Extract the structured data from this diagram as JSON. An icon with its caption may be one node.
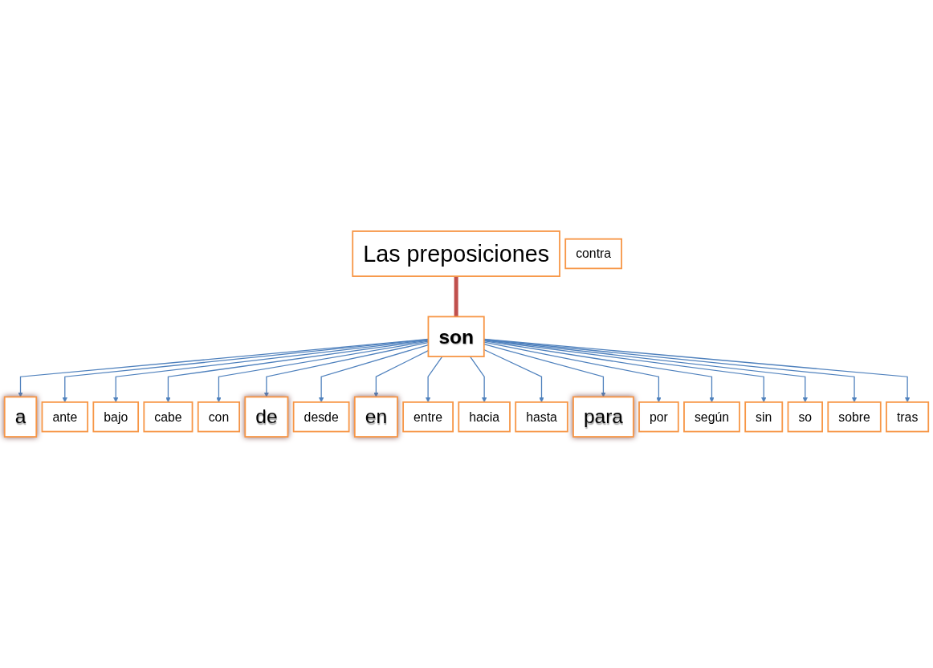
{
  "diagram": {
    "nodes": [
      {
        "text": [
          "Las preposiciones"
        ]
      },
      {
        "text": [
          "tras"
        ]
      },
      {
        "text": [
          "a"
        ]
      },
      {
        "text": [
          "sobre"
        ]
      },
      {
        "text": [
          "ante"
        ]
      },
      {
        "text": [
          "so"
        ]
      },
      {
        "text": [
          "bajo"
        ]
      },
      {
        "text": [
          "son"
        ]
      },
      {
        "text": [
          "sin"
        ]
      },
      {
        "text": [
          "cabe"
        ]
      },
      {
        "text": [
          "según"
        ]
      },
      {
        "text": [
          "con"
        ]
      },
      {
        "text": [
          "por"
        ]
      },
      {
        "text": [
          "de"
        ]
      },
      {
        "text": [
          "contra"
        ]
      },
      {
        "text": [
          "para"
        ]
      },
      {
        "text": [
          "en"
        ]
      },
      {
        "text": [
          "hasta"
        ]
      },
      {
        "text": [
          "desde"
        ]
      },
      {
        "text": [
          "entre"
        ]
      },
      {
        "text": [
          "hacia"
        ]
      }
    ],
    "edges": [
      {
        "from": 0,
        "to": 7,
        "arrow": "none",
        "style": "thick",
        "color": "#c0504d"
      },
      {
        "from": 7,
        "to": 2,
        "arrow": "to"
      },
      {
        "from": 7,
        "to": 4,
        "arrow": "to"
      },
      {
        "from": 7,
        "to": 6,
        "arrow": "to"
      },
      {
        "from": 7,
        "to": 9,
        "arrow": "to"
      },
      {
        "from": 7,
        "to": 11,
        "arrow": "to"
      },
      {
        "from": 7,
        "to": 13,
        "arrow": "to"
      },
      {
        "from": 7,
        "to": 18,
        "arrow": "to"
      },
      {
        "from": 7,
        "to": 16,
        "arrow": "to"
      },
      {
        "from": 7,
        "to": 19,
        "arrow": "to"
      },
      {
        "from": 7,
        "to": 20,
        "arrow": "to"
      },
      {
        "from": 7,
        "to": 17,
        "arrow": "to"
      },
      {
        "from": 7,
        "to": 15,
        "arrow": "to"
      },
      {
        "from": 7,
        "to": 12,
        "arrow": "to"
      },
      {
        "from": 7,
        "to": 10,
        "arrow": "to"
      },
      {
        "from": 7,
        "to": 8,
        "arrow": "to"
      },
      {
        "from": 7,
        "to": 5,
        "arrow": "to"
      },
      {
        "from": 7,
        "to": 3,
        "arrow": "to"
      },
      {
        "from": 7,
        "to": 1,
        "arrow": "to"
      }
    ]
  }
}
